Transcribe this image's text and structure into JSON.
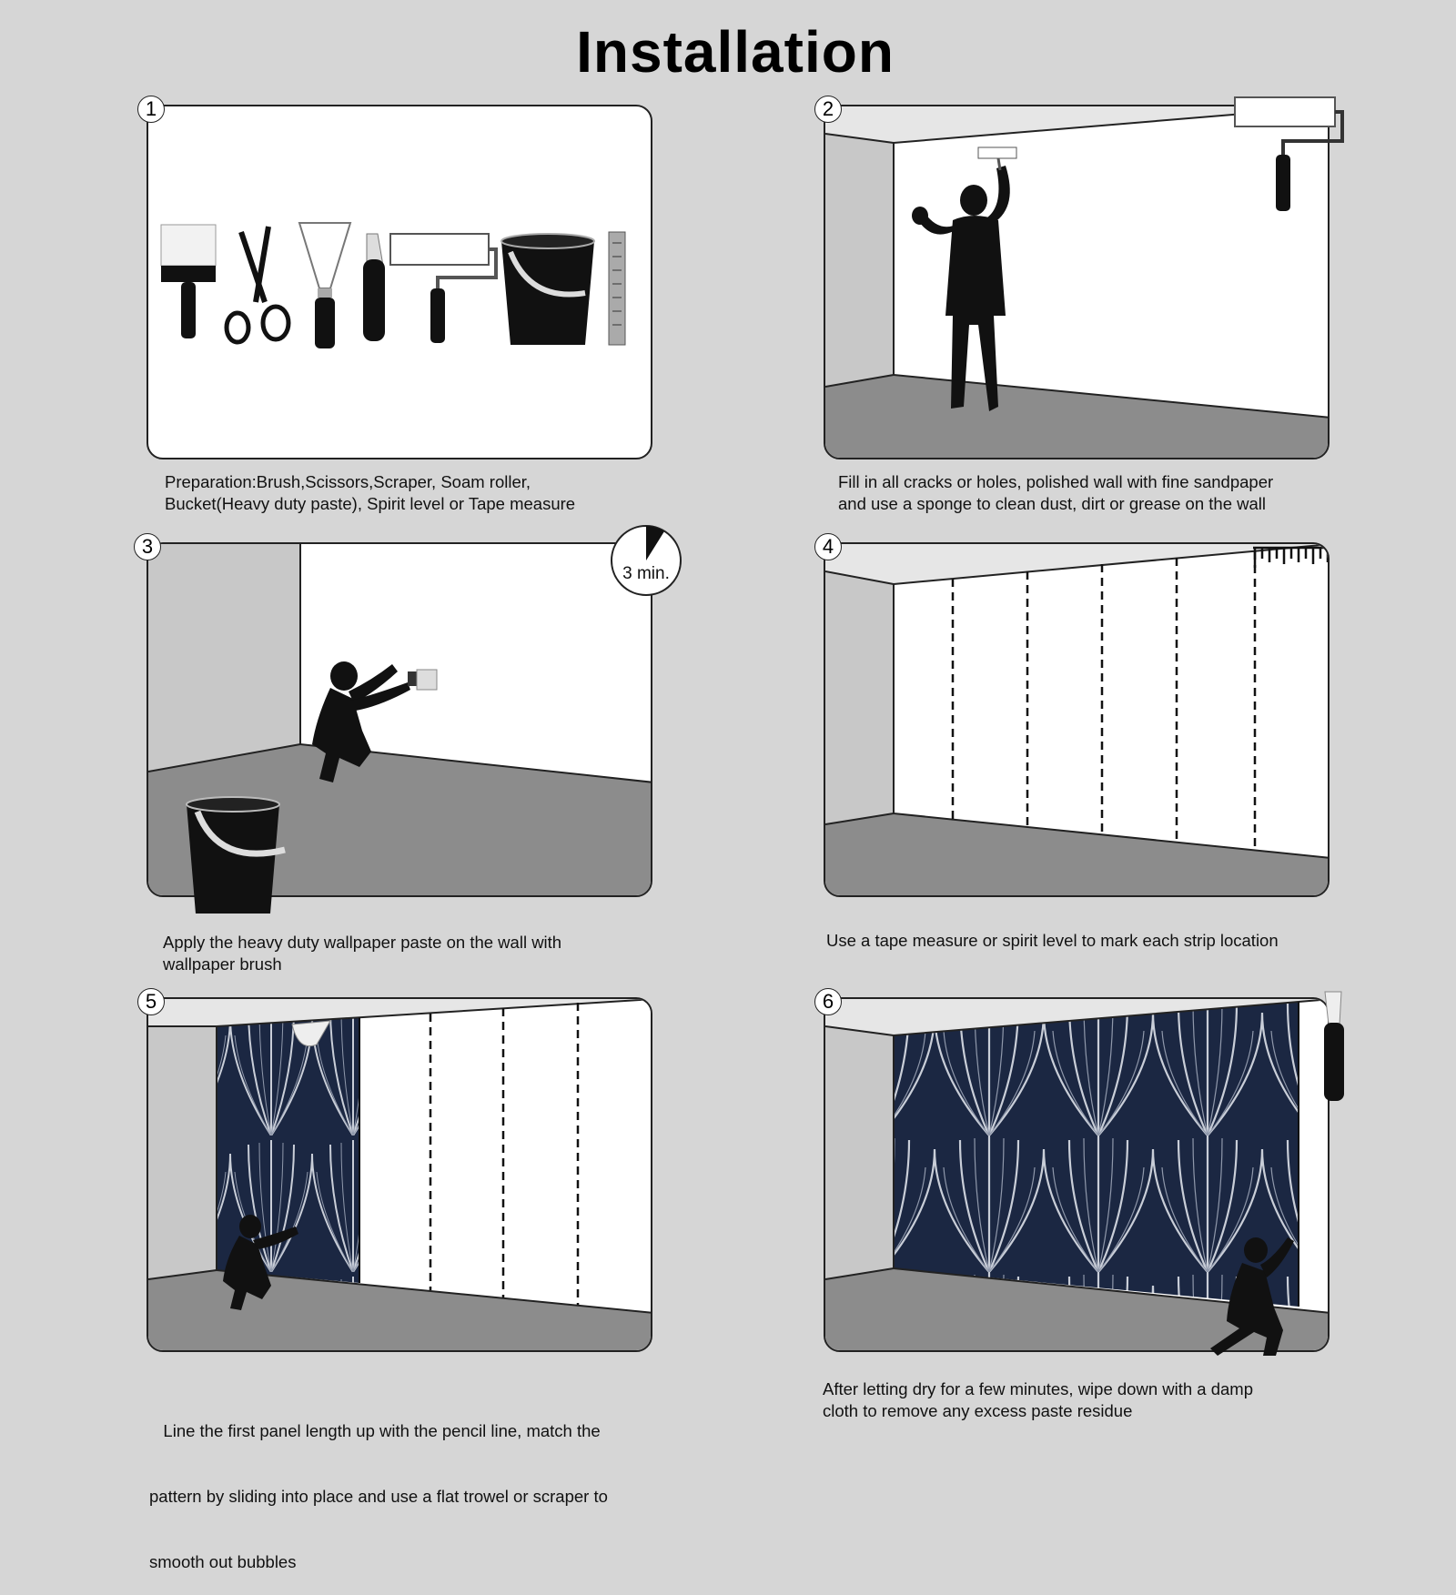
{
  "title": "Installation",
  "colors": {
    "background": "#d6d6d6",
    "wall": "#ffffff",
    "floor": "#8c8c8c",
    "side_wall": "#c8c8c8",
    "ceiling": "#e6e6e6",
    "wallpaper": "#1b2742",
    "silhouette": "#111111"
  },
  "steps": [
    {
      "number": "1",
      "caption_lines": [
        "Preparation:Brush,Scissors,Scraper, Soam roller,",
        "Bucket(Heavy duty paste), Spirit level or Tape measure"
      ]
    },
    {
      "number": "2",
      "caption_lines": [
        "Fill in all cracks or holes, polished wall with fine sandpaper",
        "and use a sponge to clean dust, dirt or grease on the wall"
      ]
    },
    {
      "number": "3",
      "caption_lines": [
        "Apply the heavy duty wallpaper paste on the wall with",
        "wallpaper brush"
      ],
      "timer_label": "3 min."
    },
    {
      "number": "4",
      "caption_lines": [
        "Use a tape measure or spirit level to mark each strip location"
      ]
    },
    {
      "number": "5",
      "caption_lines": [
        "   Line the first panel length up with the pencil line, match the",
        "pattern by sliding into place and use a flat trowel or scraper to",
        "smooth out bubbles"
      ]
    },
    {
      "number": "6",
      "caption_lines": [
        "After letting dry for a few minutes, wipe down with a damp",
        "cloth to remove any excess paste residue"
      ]
    }
  ]
}
